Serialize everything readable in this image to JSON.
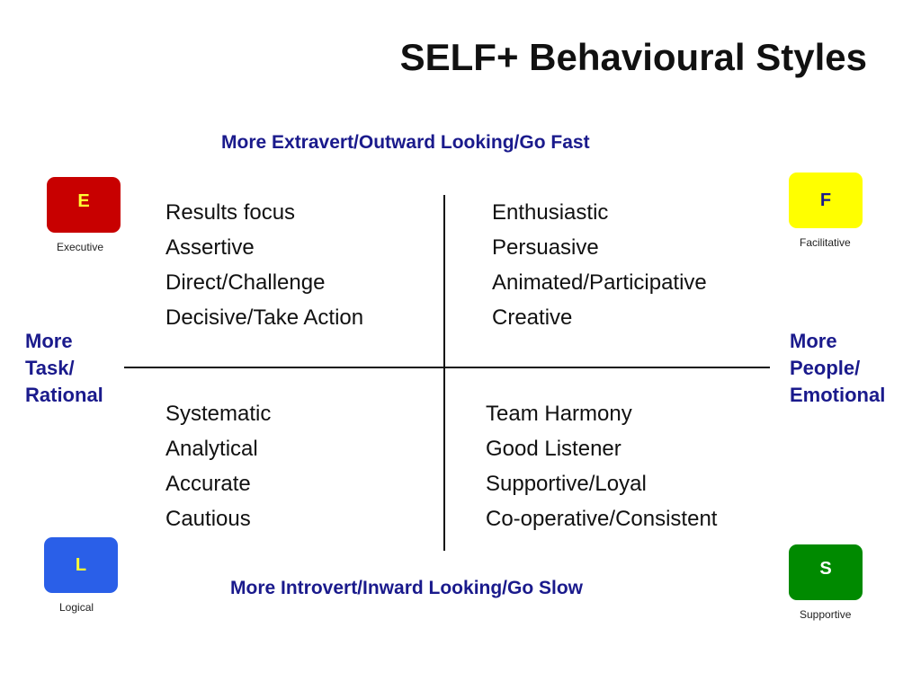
{
  "title": "SELF+ Behavioural Styles",
  "axis": {
    "top": "More Extravert/Outward Looking/Go Fast",
    "bottom": "More Introvert/Inward Looking/Go Slow",
    "left": [
      "More",
      "Task/",
      "Rational"
    ],
    "right": [
      "More",
      "People/",
      "Emotional"
    ]
  },
  "badges": {
    "e": {
      "letter": "E",
      "caption": "Executive",
      "color": "#c80000"
    },
    "f": {
      "letter": "F",
      "caption": "Facilitative",
      "color": "#ffff00"
    },
    "l": {
      "letter": "L",
      "caption": "Logical",
      "color": "#2a5fe8"
    },
    "s": {
      "letter": "S",
      "caption": "Supportive",
      "color": "#008a00"
    }
  },
  "quadrants": {
    "top_left": [
      "Results focus",
      "Assertive",
      "Direct/Challenge",
      "Decisive/Take Action"
    ],
    "top_right": [
      "Enthusiastic",
      "Persuasive",
      "Animated/Participative",
      "Creative"
    ],
    "bottom_left": [
      "Systematic",
      "Analytical",
      "Accurate",
      "Cautious"
    ],
    "bottom_right": [
      "Team Harmony",
      "Good Listener",
      "Supportive/Loyal",
      "Co-operative/Consistent"
    ]
  }
}
